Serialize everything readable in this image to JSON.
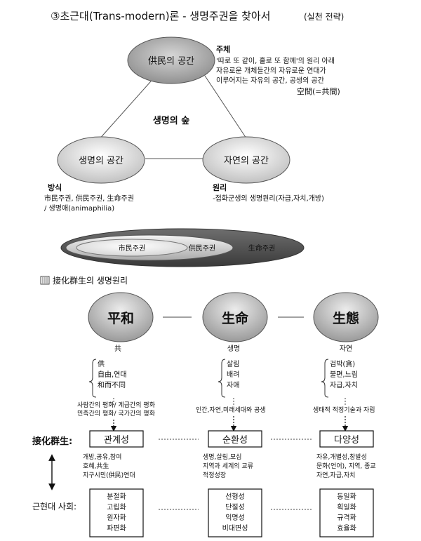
{
  "title": {
    "main": "③초근대(Trans-modern)론 - 생명주권을 찾아서",
    "sub": "(실천 전략)"
  },
  "triangle": {
    "top_node": "供民의 공간",
    "left_node": "생명의 공간",
    "right_node": "자연의 공간",
    "center_label": "생명의 숲",
    "subject": {
      "heading": "주체",
      "lines": [
        "'따로 또 같이, 홀로 또 함께'의 원리 아래",
        "자유로운 개체들간의 자유로운 연대가",
        "이루어지는 자유의 공간, 공생의 공간"
      ],
      "tail": "空間(=共間)"
    },
    "method": {
      "heading": "방식",
      "lines": [
        "市民주권, 供民주권, 生命주권",
        "/ 생명애(animaphilia)"
      ]
    },
    "principle": {
      "heading": "원리",
      "lines": [
        "-접화군생의 생명원리(자급,자치,개방)"
      ]
    }
  },
  "nested": {
    "inner": "市民주권",
    "middle": "供民주권",
    "outer": "生命주권"
  },
  "section2": {
    "heading": "接化群生의 생명원리",
    "nodes": [
      {
        "label": "平和",
        "caption": "共",
        "items": [
          "供",
          "自由,연대",
          "和而不同"
        ],
        "note": [
          "사람간의 평화/ 계급간의 평화",
          "민족간의 평화/ 국가간의 평화"
        ]
      },
      {
        "label": "生命",
        "caption": "생명",
        "items": [
          "살림",
          "배려",
          "자애"
        ],
        "note": [
          "인간,자연,미래세대와 공생"
        ]
      },
      {
        "label": "生態",
        "caption": "자연",
        "items": [
          "검박(貪)",
          "불편,느림",
          "자급,자치"
        ],
        "note": [
          "생태적 적정기술과 자립"
        ]
      }
    ],
    "row1_label": "接化群生:",
    "row2_label": "근현대 사회:",
    "boxes": [
      "관계성",
      "순환성",
      "다양성"
    ],
    "box_notes": [
      [
        "개방,공유,참여",
        "호혜,共生",
        "지구시민(供民)연대"
      ],
      [
        "생명,살림,모심",
        "지역과 세계의 교류",
        "적정성장"
      ],
      [
        "자유,개별성,창발성",
        "문화(언어), 지역, 종교",
        "자연,자급,자치"
      ]
    ],
    "bottom_boxes": [
      [
        "분절화",
        "고립화",
        "원자화",
        "파편화"
      ],
      [
        "선형성",
        "단절성",
        "익명성",
        "비대면성"
      ],
      [
        "동일화",
        "획일화",
        "규격화",
        "효율화"
      ]
    ]
  }
}
